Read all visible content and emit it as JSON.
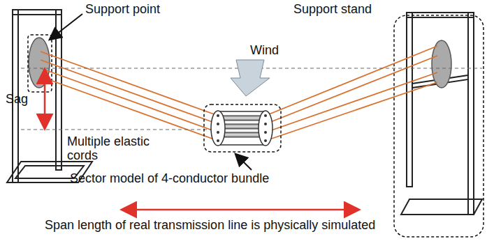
{
  "diagram": {
    "labels": [
      "Support point",
      "Support stand",
      "Wind",
      "Sag",
      "Multiple elastic cords",
      "Sector model of 4-conductor bundle",
      "Span length of real transmission line is physically simulated"
    ]
  }
}
